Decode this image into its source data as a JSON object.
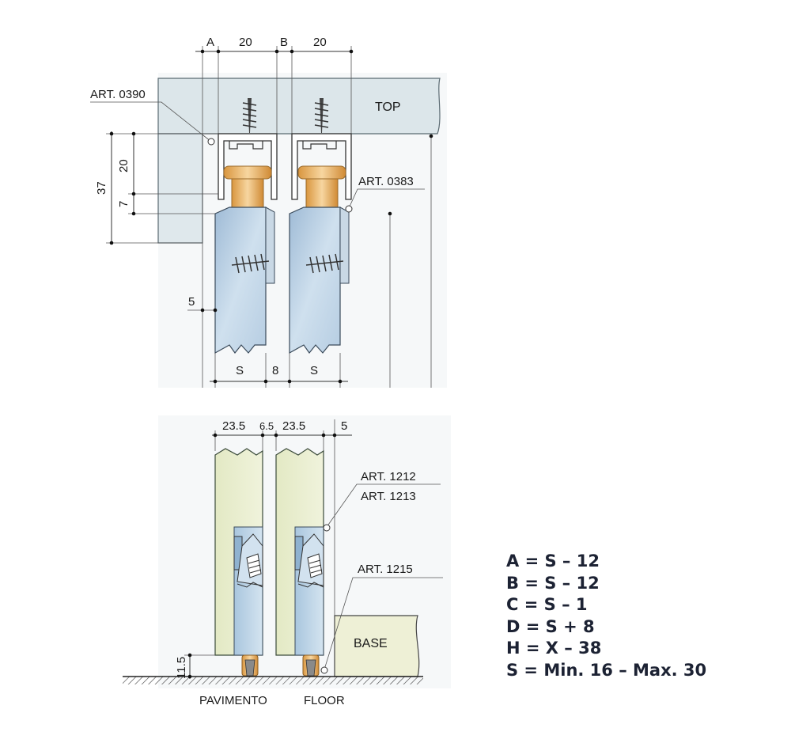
{
  "top_section": {
    "dim_a": "A",
    "dim_20_left": "20",
    "dim_b": "B",
    "dim_20_right": "20",
    "top_label": "TOP",
    "art_0390": "ART. 0390",
    "art_0383": "ART. 0383",
    "dim_37": "37",
    "dim_20_vert": "20",
    "dim_7": "7",
    "dim_5": "5",
    "dim_s_left": "S",
    "dim_8": "8",
    "dim_s_right": "S"
  },
  "bottom_section": {
    "dim_23_5_left": "23.5",
    "dim_6_5": "6.5",
    "dim_23_5_right": "23.5",
    "dim_5": "5",
    "art_1212": "ART. 1212",
    "art_1213": "ART. 1213",
    "art_1215": "ART. 1215",
    "base_label": "BASE",
    "dim_11_5": "11.5",
    "pavimento": "PAVIMENTO",
    "floor": "FLOOR"
  },
  "formulas": [
    "A = S – 12",
    "B = S – 12",
    "C = S – 1",
    "D = S + 8",
    "H = X – 38",
    "S = Min. 16 – Max. 30"
  ],
  "colors": {
    "ceiling": "#dce6ea",
    "door_blue": "#b9d1e6",
    "door_green": "#e7eccc",
    "bearing": "#e8b46a",
    "base": "#eef0d6",
    "formula_text": "#1c2233"
  }
}
